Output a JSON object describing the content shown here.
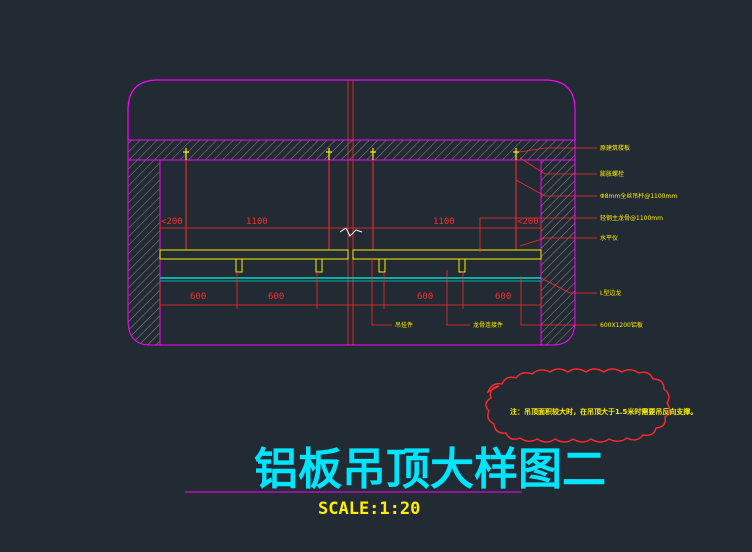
{
  "drawing": {
    "dimensions": {
      "top_left_edge": "<200",
      "top_left_span": "1100",
      "top_right_span": "1100",
      "top_right_edge": "<200",
      "bottom_1": "600",
      "bottom_2": "600",
      "bottom_3": "600",
      "bottom_4": "600"
    },
    "labels": {
      "right_1": "原建筑楼板",
      "right_2": "膨胀螺栓",
      "right_3": "Φ8mm全丝吊杆@1100mm",
      "right_4": "轻钢主龙骨@1100mm",
      "right_5": "水平仪",
      "right_6": "L型边龙",
      "right_7": "600X1200铝板",
      "bottom_1": "吊挂件",
      "bottom_2": "龙骨连接件"
    },
    "note": "注：吊顶面积较大时，在吊顶大于1.5米时需要吊反向支撑。",
    "title": "铝板吊顶大样图二",
    "scale": "SCALE:1:20"
  },
  "colors": {
    "background": "#222a33",
    "structure_outline": "#ff00ff",
    "dimension": "#ff2a2a",
    "keel": "#ffee00",
    "panel": "#00ddcc",
    "title": "#00e5ff"
  }
}
